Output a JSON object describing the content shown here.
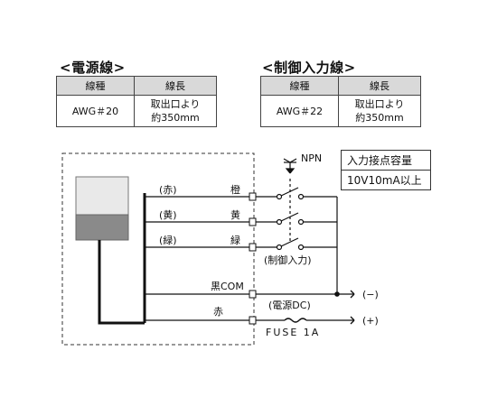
{
  "power_section": {
    "title": "<電源線>",
    "headers": [
      "線種",
      "線長"
    ],
    "row": {
      "type": "AWG＃20",
      "length_line1": "取出口より",
      "length_line2": "約350mm"
    }
  },
  "control_section": {
    "title": "<制御入力線>",
    "headers": [
      "線種",
      "線長"
    ],
    "row": {
      "type": "AWG＃22",
      "length_line1": "取出口より",
      "length_line2": "約350mm"
    }
  },
  "input_contact": {
    "label": "入力接点容量",
    "value": "10V10mA以上"
  },
  "wires": [
    {
      "color_paren": "(赤)",
      "color_label": "橙"
    },
    {
      "color_paren": "(黄)",
      "color_label": "黄"
    },
    {
      "color_paren": "(緑)",
      "color_label": "緑"
    }
  ],
  "npn_label": "NPN",
  "control_input_label": "(制御入力)",
  "black_com_label": "黒COM",
  "red_label": "赤",
  "power_dc_label": "(電源DC)",
  "fuse_label": "FUSE 1A",
  "negative_label": "(−)",
  "positive_label": "(+)"
}
